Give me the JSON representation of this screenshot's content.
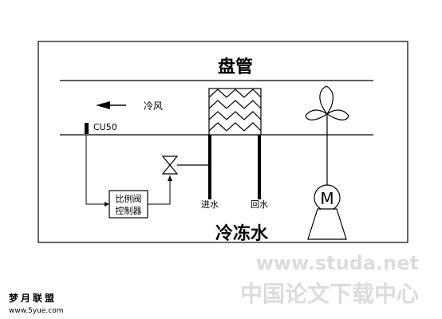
{
  "labels": {
    "coil": "盘管",
    "cold_air": "冷风",
    "sensor": "CU50",
    "controller_line1": "比例阀",
    "controller_line2": "控制器",
    "supply_water": "进水",
    "return_water": "回水",
    "motor": "M",
    "chilled_water": "冷冻水"
  },
  "watermark": {
    "site_url": "www.studa.net",
    "site_name": "中国论文下载中心"
  },
  "footer_logo": {
    "name": "梦月联盟",
    "url": "www.5yue.com"
  },
  "colors": {
    "line": "#000000",
    "watermark": "#dcdcdc",
    "background": "#ffffff"
  }
}
